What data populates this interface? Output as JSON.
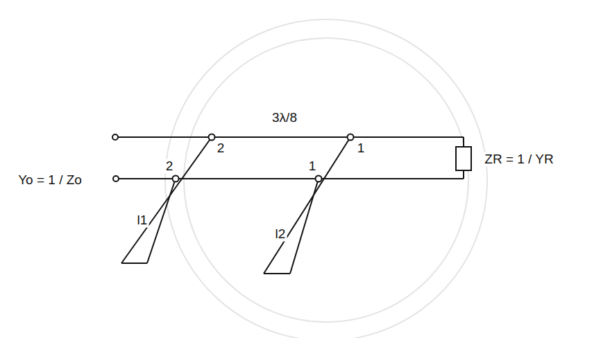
{
  "diagram": {
    "labels": [
      "3λ/8",
      "Yo = 1 / Zo",
      "2",
      "2",
      "1",
      "1",
      "l1",
      "l2",
      "ZR = 1 / YR"
    ]
  }
}
